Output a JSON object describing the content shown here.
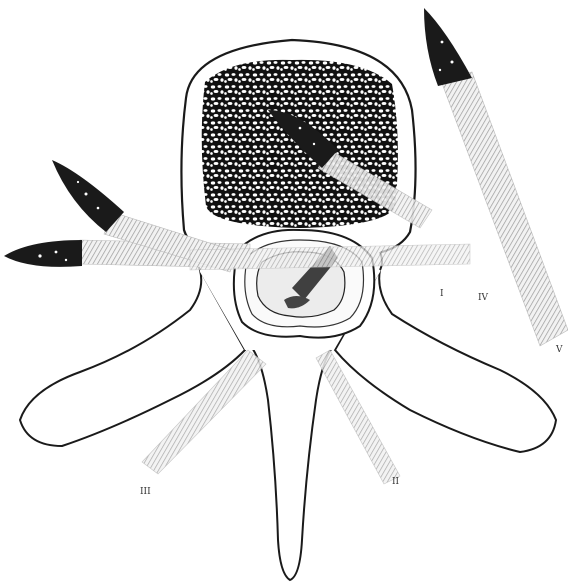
{
  "figure": {
    "subject": "vertebra-transverse-section",
    "colors": {
      "outline": "#1a1a1a",
      "cancellous_bone": "#111111",
      "needle_tip": "#1a1a1a",
      "needle_shaft_hatch": "#9a9a9a",
      "background": "#ffffff"
    }
  },
  "labels": {
    "needle_1": "I",
    "needle_2": "II",
    "needle_3": "III",
    "needle_4": "IV",
    "needle_5": "V"
  }
}
